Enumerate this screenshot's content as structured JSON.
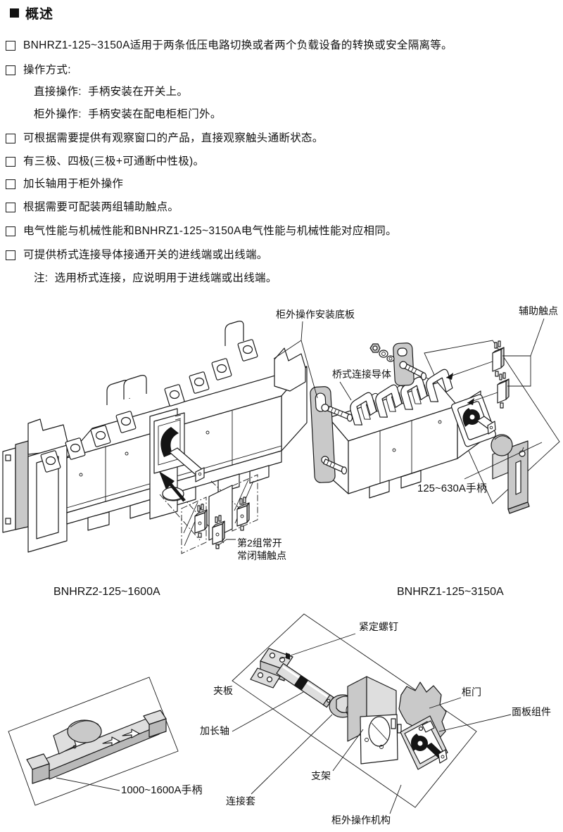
{
  "header": {
    "title": "概述"
  },
  "bullets": [
    {
      "box": true,
      "indent": 0,
      "text": "BNHRZ1-125~3150A适用于两条低压电路切换或者两个负载设备的转换或安全隔离等。"
    },
    {
      "box": true,
      "indent": 0,
      "text": "操作方式:"
    },
    {
      "box": false,
      "indent": 1,
      "text": "直接操作:  手柄安装在开关上。"
    },
    {
      "box": false,
      "indent": 1,
      "text": "柜外操作:  手柄安装在配电柜柜门外。"
    },
    {
      "box": true,
      "indent": 0,
      "text": "可根据需要提供有观察窗口的产品，直接观察触头通断状态。"
    },
    {
      "box": true,
      "indent": 0,
      "text": "有三极、四极(三极+可通断中性极)。"
    },
    {
      "box": true,
      "indent": 0,
      "text": "加长轴用于柜外操作"
    },
    {
      "box": true,
      "indent": 0,
      "text": "根据需要可配装两组辅助触点。"
    },
    {
      "box": true,
      "indent": 0,
      "text": "电气性能与机械性能和BNHRZ1-125~3150A电气性能与机械性能对应相同。"
    },
    {
      "box": true,
      "indent": 0,
      "text": "可提供桥式连接导体接通开关的进线端或出线端。"
    },
    {
      "box": false,
      "indent": 1,
      "text": "注:  选用桥式连接，应说明用于进线端或出线端。"
    }
  ],
  "diagram": {
    "labels": {
      "outside_mount_plate": "柜外操作安装底板",
      "aux_contact": "辅助触点",
      "bridge_conductor": "桥式连接导体",
      "handle_125_630": "125~630A手柄",
      "group2_line1": "第2组常开",
      "group2_line2": "常闭辅触点",
      "caption_left": "BNHRZ2-125~1600A",
      "caption_right": "BNHRZ1-125~3150A",
      "set_screw": "紧定螺钉",
      "clamp_plate": "夹板",
      "extension_shaft": "加长轴",
      "connect_sleeve": "连接套",
      "bracket": "支架",
      "cabinet_door": "柜门",
      "panel_assembly": "面板组件",
      "outside_mechanism": "柜外操作机构",
      "handle_1000_1600": "1000~1600A手柄"
    }
  },
  "colors": {
    "line": "#1a1a1a",
    "gray_fill": "#c9c9c9",
    "text": "#111111",
    "background": "#ffffff"
  }
}
